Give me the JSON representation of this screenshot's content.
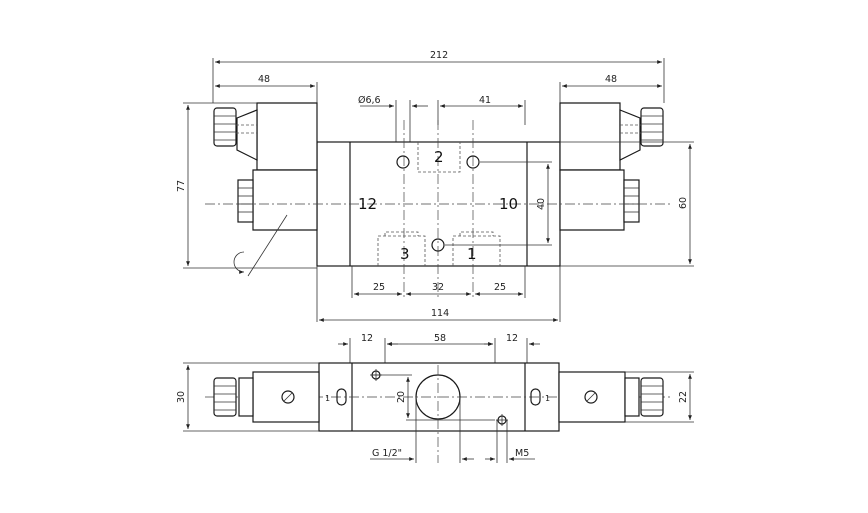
{
  "dimensions": {
    "overall_width": "212",
    "coil_left": "48",
    "coil_right": "48",
    "hole_dia": "Ø6,6",
    "hole_spacing": "41",
    "overall_height": "77",
    "body_height": "60",
    "hole_vertical": "40",
    "port_left": "25",
    "port_mid": "32",
    "port_right": "25",
    "body_width": "114",
    "side_left": "12",
    "side_mid": "58",
    "side_right": "12",
    "height_bottom": "30",
    "mount_height": "20",
    "coil_height_bottom": "22",
    "thread_main": "G 1/2\"",
    "thread_pilot": "M5"
  },
  "ports": {
    "p2": "2",
    "p12": "12",
    "p10": "10",
    "p3": "3",
    "p1": "1"
  },
  "manual_override": {
    "left": "1",
    "right": "1"
  }
}
